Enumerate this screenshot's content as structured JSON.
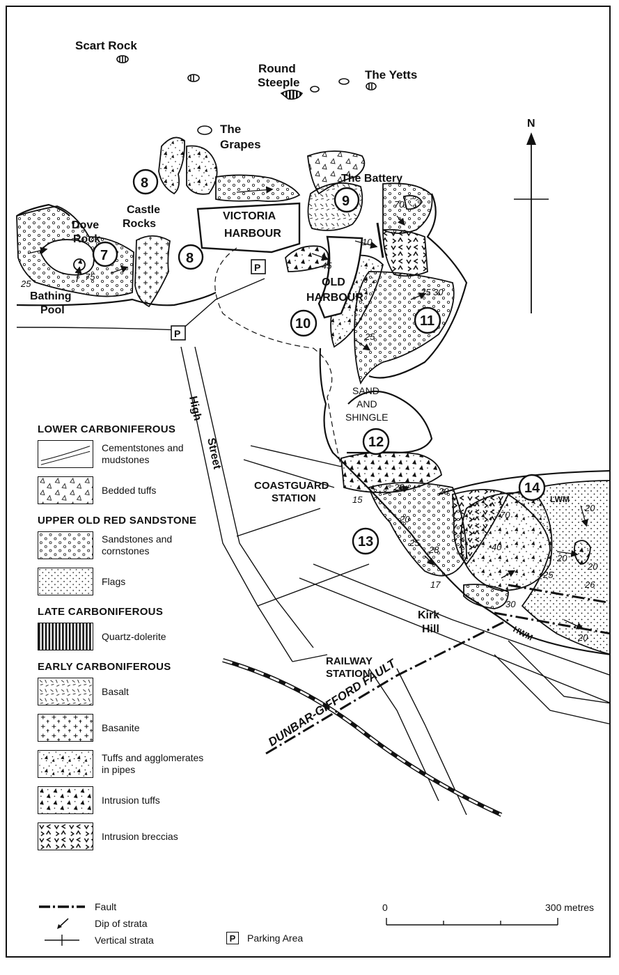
{
  "map": {
    "north_label": "N",
    "place_labels": {
      "scart_rock": "Scart Rock",
      "round_steeple_1": "Round",
      "round_steeple_2": "Steeple",
      "the_yetts": "The Yetts",
      "the_grapes_1": "The",
      "the_grapes_2": "Grapes",
      "the_battery": "The Battery",
      "victoria_harbour_1": "VICTORIA",
      "victoria_harbour_2": "HARBOUR",
      "castle_rocks_1": "Castle",
      "castle_rocks_2": "Rocks",
      "dove_rock_1": "Dove",
      "dove_rock_2": "Rock",
      "bathing_pool_1": "Bathing",
      "bathing_pool_2": "Pool",
      "old_harbour_1": "OLD",
      "old_harbour_2": "HARBOUR",
      "sand_shingle_1": "SAND",
      "sand_shingle_2": "AND",
      "sand_shingle_3": "SHINGLE",
      "high_street_1": "High",
      "high_street_2": "Street",
      "coastguard_1": "COASTGUARD",
      "coastguard_2": "STATION",
      "kirk_hill_1": "Kirk",
      "kirk_hill_2": "Hill",
      "railway_1": "RAILWAY",
      "railway_2": "STATION",
      "fault_name": "DUNBAR-GIFFORD FAULT",
      "lwm": "LWM",
      "hwm": "HWM",
      "parking": "P"
    },
    "sites": [
      "7",
      "8",
      "8",
      "9",
      "10",
      "11",
      "12",
      "13",
      "14"
    ],
    "dips": [
      "25",
      "75",
      "45",
      "10",
      "70",
      "25",
      "30",
      "25",
      "15",
      "23",
      "20",
      "25",
      "28",
      "17",
      "70",
      "40",
      "30",
      "25",
      "20",
      "20",
      "20",
      "26",
      "20",
      "20"
    ]
  },
  "legend": {
    "groups": [
      {
        "heading": "LOWER CARBONIFEROUS",
        "items": [
          {
            "pattern": "cementstone-lines",
            "label": "Cementstones and\nmudstones"
          },
          {
            "pattern": "open-triangles",
            "label": "Bedded tuffs"
          }
        ]
      },
      {
        "heading": "UPPER OLD RED SANDSTONE",
        "items": [
          {
            "pattern": "small-circles",
            "label": "Sandstones and\ncornstones"
          },
          {
            "pattern": "fine-dots",
            "label": "Flags"
          }
        ]
      },
      {
        "heading": "LATE CARBONIFEROUS",
        "items": [
          {
            "pattern": "vertical-lines",
            "label": "Quartz-dolerite"
          }
        ]
      },
      {
        "heading": "EARLY CARBONIFEROUS",
        "items": [
          {
            "pattern": "dashes",
            "label": "Basalt"
          },
          {
            "pattern": "crosses",
            "label": "Basanite"
          },
          {
            "pattern": "dots-solid-triangles",
            "label": "Tuffs and agglomerates\nin pipes"
          },
          {
            "pattern": "solid-triangles",
            "label": "Intrusion tuffs"
          },
          {
            "pattern": "chevrons",
            "label": "Intrusion breccias"
          }
        ]
      }
    ],
    "keys": [
      {
        "symbol": "fault-line",
        "label": "Fault"
      },
      {
        "symbol": "dip-arrow",
        "label": "Dip of strata"
      },
      {
        "symbol": "vertical-cross",
        "label": "Vertical strata"
      }
    ],
    "parking": {
      "symbol": "P",
      "label": "Parking Area"
    }
  },
  "scale": {
    "zero_label": "0",
    "end_label": "300 metres"
  }
}
